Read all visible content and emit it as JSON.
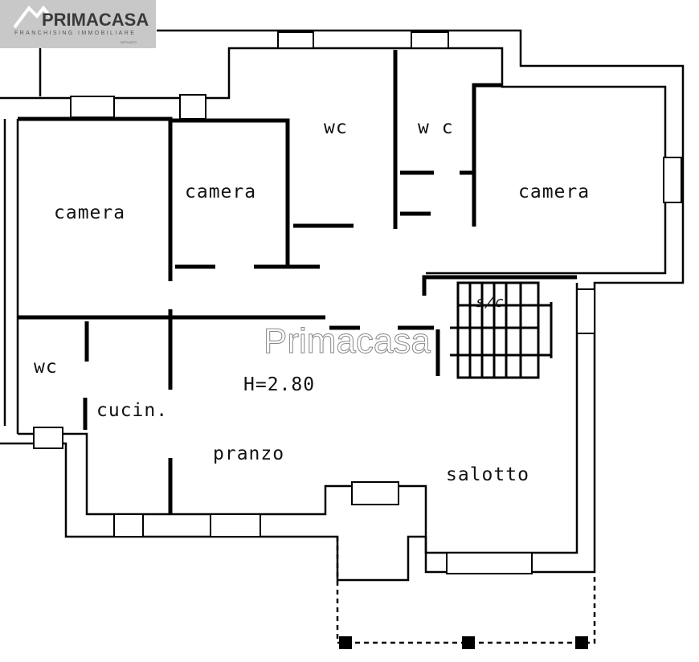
{
  "logo": {
    "name": "PRIMACASA",
    "tagline": "FRANCHISING IMMOBILIARE",
    "affiliate": "AFFILIATO"
  },
  "watermark": "Primacasa",
  "rooms": {
    "camera_left": "camera",
    "camera_mid": "camera",
    "wc_1": "wc",
    "wc_2": "w c",
    "camera_right": "camera",
    "wc_left": "wc",
    "height": "H=2.80",
    "kitchen": "cucin.",
    "dining": "pranzo",
    "living": "salotto",
    "stairs": "s/c"
  }
}
